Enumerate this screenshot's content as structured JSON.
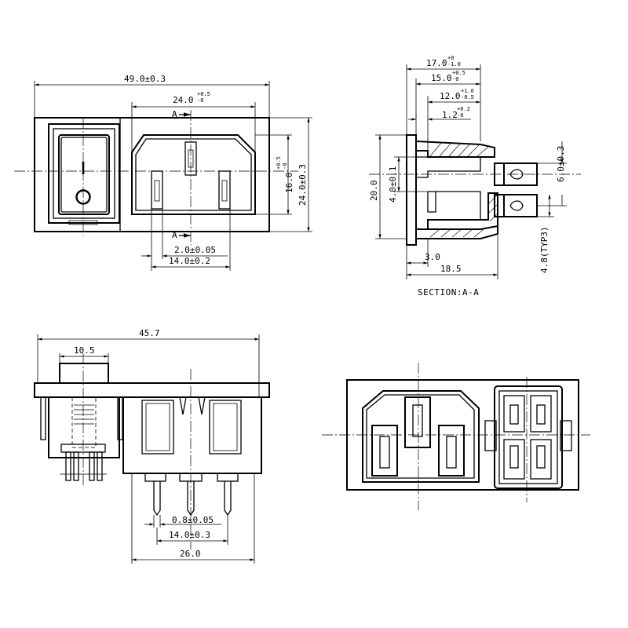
{
  "front_view": {
    "width_total": "49.0±0.3",
    "width_socket": "24.0",
    "width_socket_tol_upper": "+0.5",
    "width_socket_tol_lower": "-0",
    "height_socket": "16.0",
    "height_socket_tol_upper": "+0.5",
    "height_socket_tol_lower": "-0",
    "height_total": "24.0±0.3",
    "pin_width": "2.0±0.05",
    "pin_spacing": "14.0±0.2",
    "section_marker_top": "A",
    "section_marker_bottom": "A",
    "switch_on_symbol": "I",
    "switch_off_symbol": "O"
  },
  "section_view": {
    "depth_overall": "17.0",
    "depth_overall_tol_upper": "+0",
    "depth_overall_tol_lower": "-1.0",
    "depth_body": "15.0",
    "depth_body_tol_upper": "+0.5",
    "depth_body_tol_lower": "-0",
    "depth_housing": "12.0",
    "depth_housing_tol_upper": "+1.0",
    "depth_housing_tol_lower": "-0.5",
    "flange_thickness": "1.2",
    "flange_tol_upper": "+0.2",
    "flange_tol_lower": "-0",
    "height": "20.0",
    "slot": "4.0±0.1",
    "terminal_spacing": "6.0±0.3",
    "terminal_width": "4.8(TYP3)",
    "offset": "3.0",
    "length": "18.5",
    "caption": "SECTION:A-A"
  },
  "bottom_view": {
    "width_total": "45.7",
    "switch_width": "10.5",
    "pin_width": "0.8±0.05",
    "pin_spacing": "14.0±0.3",
    "socket_width": "26.0"
  }
}
